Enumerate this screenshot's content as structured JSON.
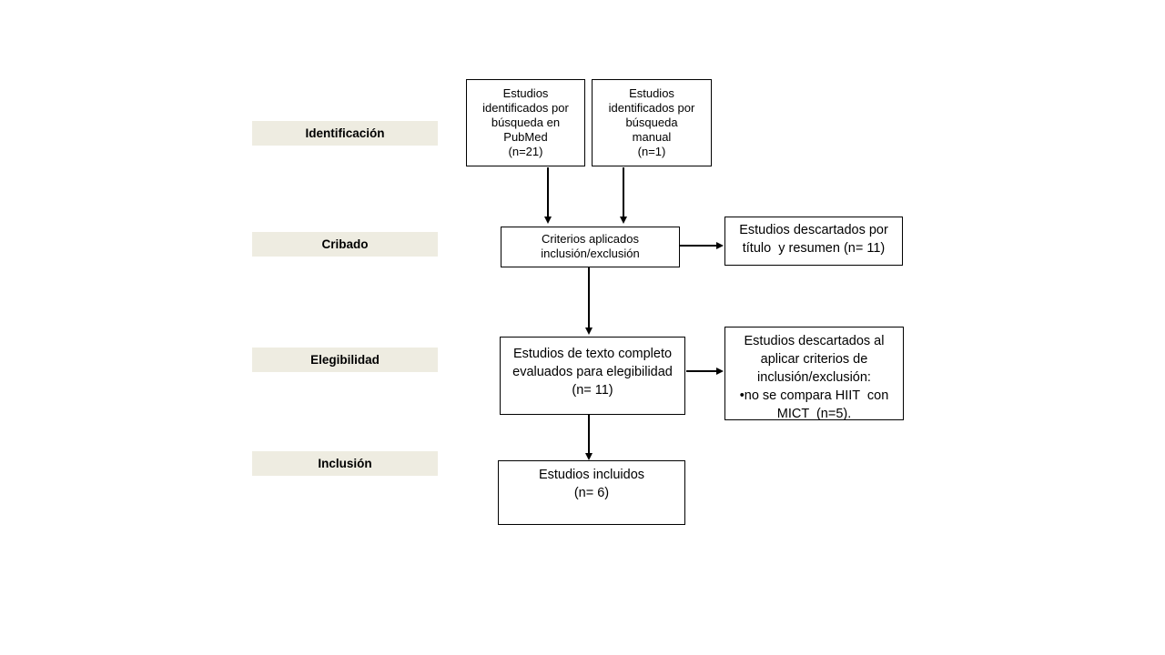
{
  "stages": [
    {
      "label": "Identificación"
    },
    {
      "label": "Cribado"
    },
    {
      "label": "Elegibilidad"
    },
    {
      "label": "Inclusión"
    }
  ],
  "boxes": {
    "pubmed": {
      "text": "Estudios\nidentificados por\nbúsqueda en\nPubMed\n(n=21)"
    },
    "manual": {
      "text": "Estudios\nidentificados por\nbúsqueda\nmanual\n(n=1)"
    },
    "criterios": {
      "text": "Criterios aplicados\ninclusión/exclusión"
    },
    "descartados_titulo": {
      "text": "Estudios descartados por\ntítulo  y resumen (n= 11)"
    },
    "texto_completo": {
      "text": "Estudios de texto completo\nevaluados para elegibilidad\n(n= 11)"
    },
    "descartados_criterios": {
      "text": "Estudios descartados al\naplicar criterios de\ninclusión/exclusión:\n•no se compara HIIT  con\nMICT  (n=5)."
    },
    "incluidos": {
      "text": "Estudios incluidos\n(n= 6)"
    }
  },
  "colors": {
    "stage_bg": "#EEECE1",
    "box_border": "#000000",
    "text": "#000000",
    "background": "#FFFFFF"
  }
}
